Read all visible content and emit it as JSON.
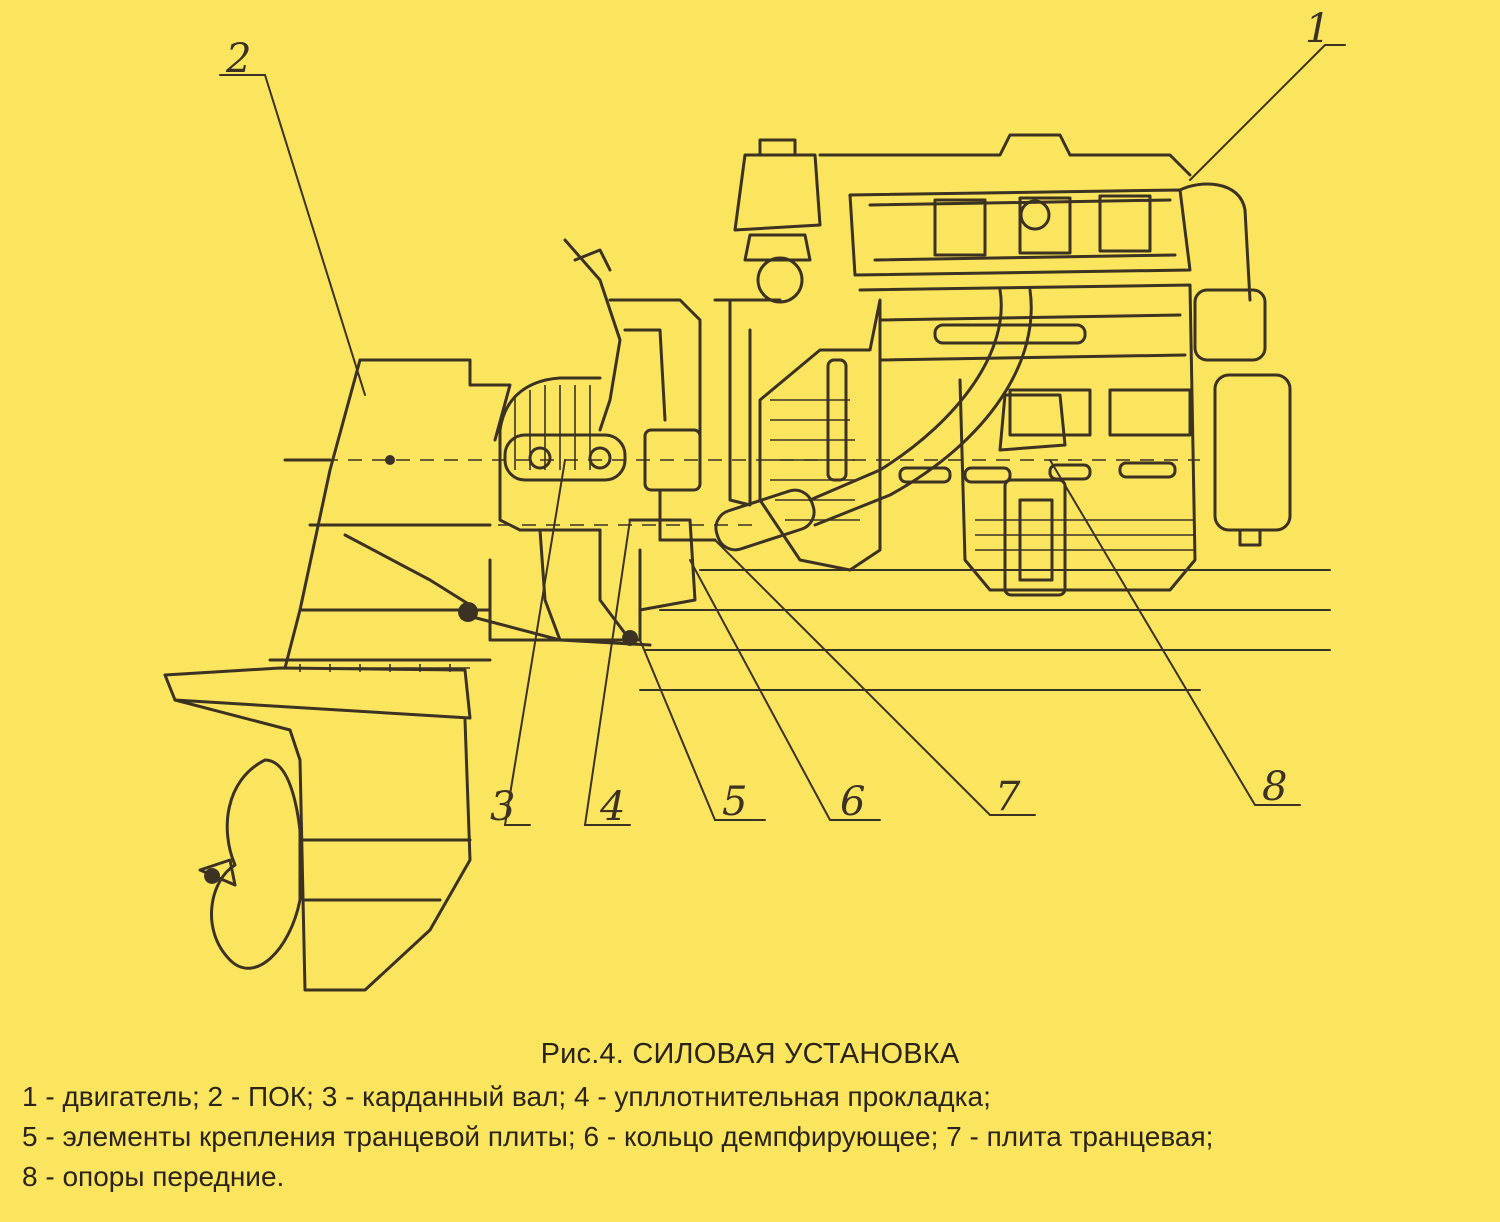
{
  "figure": {
    "title": "Рис.4. СИЛОВАЯ УСТАНОВКА",
    "callouts": [
      "1",
      "2",
      "3",
      "4",
      "5",
      "6",
      "7",
      "8"
    ],
    "legend_lines": [
      "1 - двигатель; 2 - ПОК; 3 - карданный вал; 4 - упллотнительная прокладка;",
      "5 - элементы крепления транцевой плиты; 6 - кольцо демпфирующее; 7 - плита транцевая;",
      "8 - опоры передние."
    ]
  },
  "colors": {
    "background": "#FCE55E",
    "ink": "#3b3222"
  }
}
